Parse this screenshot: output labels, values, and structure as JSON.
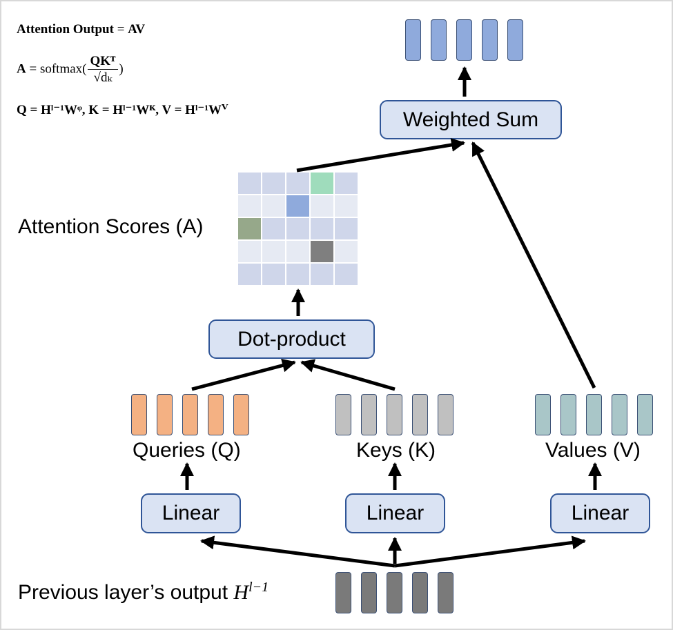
{
  "equations": {
    "line1_lhs": "Attention Output",
    "line1_rhs": "AV",
    "line2_lhs": "A",
    "line2_fn": "softmax(",
    "line2_num": "QKᵀ",
    "line2_den": "√dₖ",
    "line2_close": ")",
    "line3": "Q = Hˡ⁻¹Wᵠ,  K = Hˡ⁻¹Wᴷ,  V = Hˡ⁻¹Wⱽ"
  },
  "boxes": {
    "weighted_sum": "Weighted Sum",
    "dot_product": "Dot-product",
    "linear_q": "Linear",
    "linear_k": "Linear",
    "linear_v": "Linear"
  },
  "labels": {
    "attention_scores": "Attention Scores (A)",
    "queries": "Queries (Q)",
    "keys": "Keys (K)",
    "values": "Values (V)",
    "previous_output": "Previous layer’s output",
    "previous_output_symbol": "H",
    "previous_output_sup": "l−1"
  },
  "colors": {
    "box_fill": "#dae3f3",
    "box_border": "#2f5597",
    "output_vector": "#8faadc",
    "query_vector": "#f4b183",
    "key_vector": "#c0c0c0",
    "value_vector": "#a9c6c8",
    "input_vector": "#7a7a7a"
  },
  "attention_matrix": [
    [
      "#cfd6ea",
      "#cfd6ea",
      "#cfd6ea",
      "#9fdcbc",
      "#cfd6ea"
    ],
    [
      "#e6eaf3",
      "#e6eaf3",
      "#8faadc",
      "#e6eaf3",
      "#e6eaf3"
    ],
    [
      "#96a88a",
      "#cfd6ea",
      "#cfd6ea",
      "#cfd6ea",
      "#cfd6ea"
    ],
    [
      "#e6eaf3",
      "#e6eaf3",
      "#e6eaf3",
      "#7f7f7f",
      "#e6eaf3"
    ],
    [
      "#cfd6ea",
      "#cfd6ea",
      "#cfd6ea",
      "#cfd6ea",
      "#cfd6ea"
    ]
  ]
}
